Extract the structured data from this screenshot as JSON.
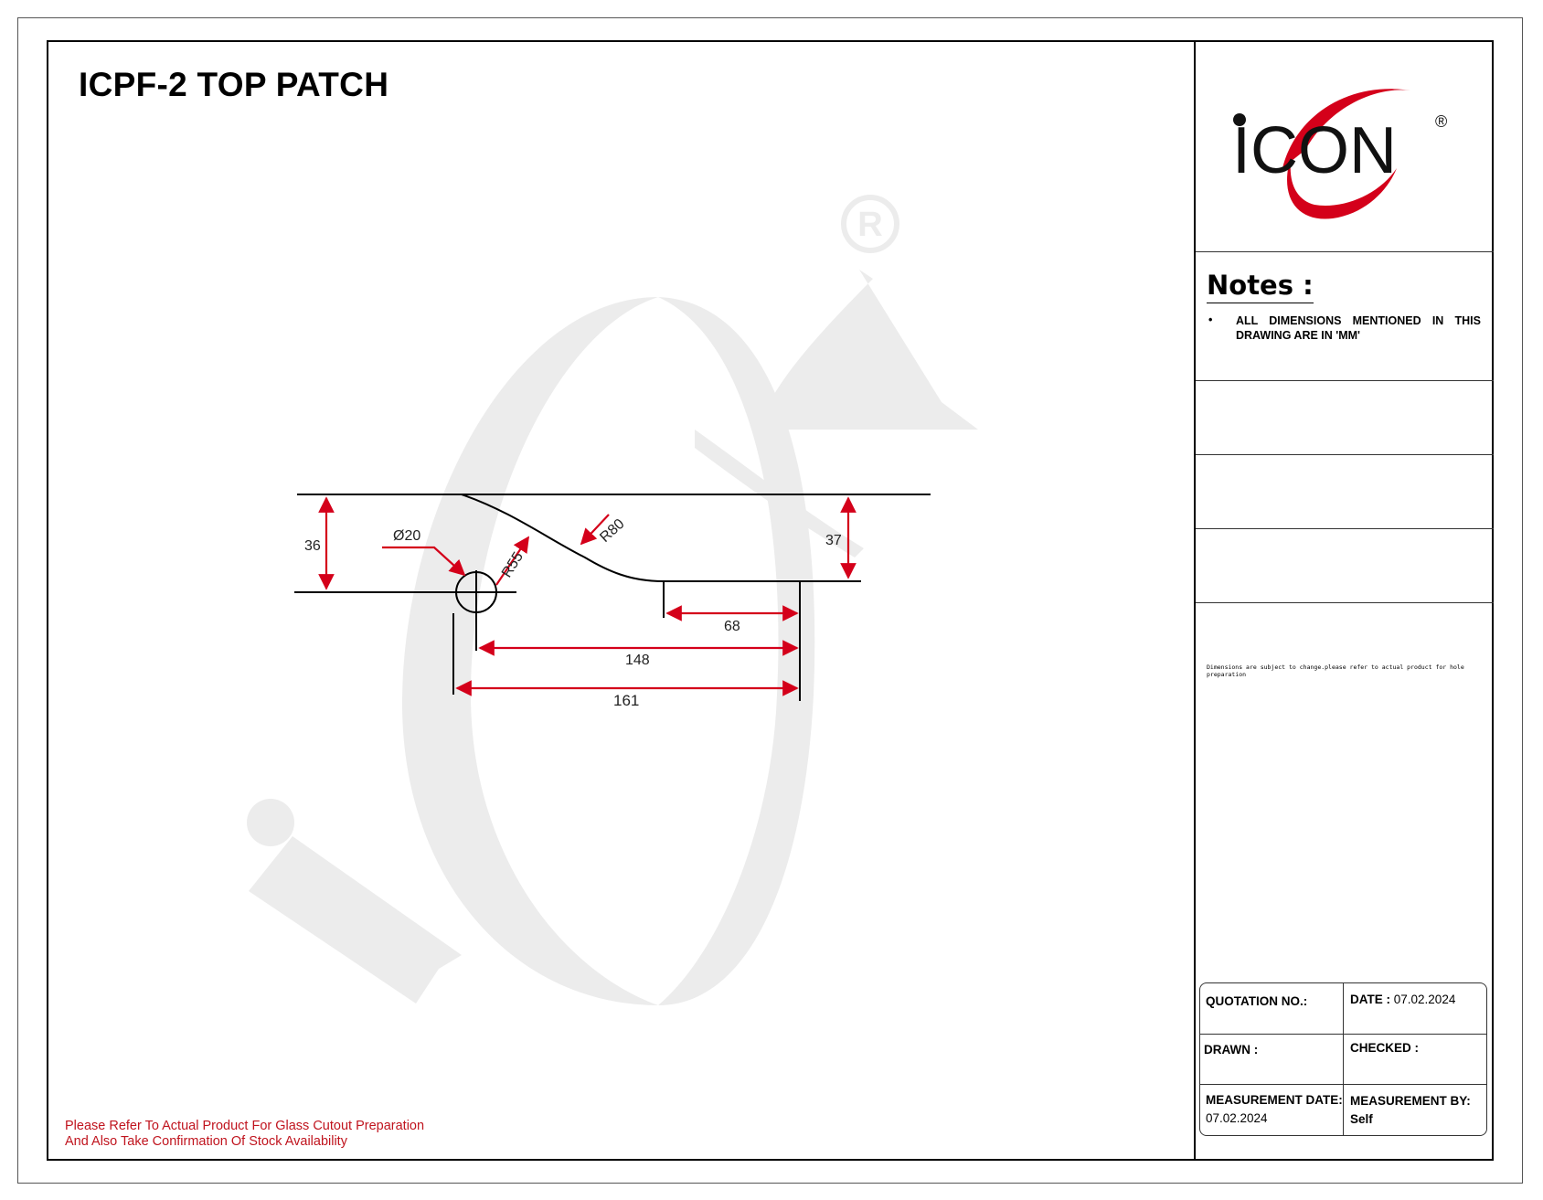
{
  "title": "ICPF-2 TOP PATCH",
  "footer_note": {
    "line1": "Please Refer To Actual Product For Glass Cutout Preparation",
    "line2": "And Also Take Confirmation Of Stock Availability"
  },
  "logo": {
    "text": "ICON",
    "registered_mark": "®"
  },
  "notes": {
    "heading": "Notes :",
    "bullet": "•",
    "items": [
      "ALL DIMENSIONS MENTIONED IN THIS DRAWING ARE IN 'MM'"
    ]
  },
  "disclaimer": "Dimensions are subject to change.please refer to actual product for hole preparation",
  "info_table": {
    "quotation_label": "QUOTATION NO.:",
    "quotation_value": "",
    "date_label": "DATE :",
    "date_value": "07.02.2024",
    "drawn_label": "DRAWN :",
    "drawn_value": "",
    "checked_label": "CHECKED :",
    "checked_value": "",
    "measurement_date_label": "MEASUREMENT DATE:",
    "measurement_date_value": "07.02.2024",
    "measurement_by_label": "MEASUREMENT BY:",
    "measurement_by_value": "Self"
  },
  "dimensions": {
    "height_left": "36",
    "height_right": "37",
    "hole_diameter": "Ø20",
    "radius_small": "R55",
    "radius_large": "R80",
    "width_68": "68",
    "width_148": "148",
    "width_161": "161"
  },
  "colors": {
    "dimension_red": "#d4001a",
    "logo_red": "#d4001a",
    "line_black": "#000000",
    "watermark_gray": "#ececec"
  }
}
